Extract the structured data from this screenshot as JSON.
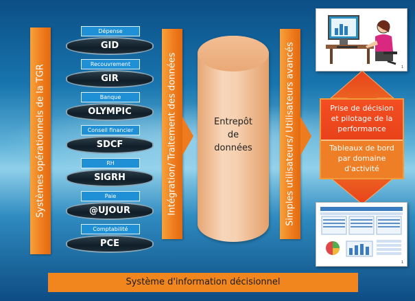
{
  "left_bar": "Systèmes opérationnels de la TGR",
  "middle_bar": "Intégration/ Traitement des données",
  "right_bar": "Simples utilisateurs/ Utilisateurs avancés",
  "systems": [
    {
      "tag": "Dépense",
      "name": "GID"
    },
    {
      "tag": "Recouvrement",
      "name": "GIR"
    },
    {
      "tag": "Banque",
      "name": "OLYMPIC"
    },
    {
      "tag": "Conseil financier",
      "name": "SDCF"
    },
    {
      "tag": "RH",
      "name": "SIGRH"
    },
    {
      "tag": "Paie",
      "name": "@UJOUR"
    },
    {
      "tag": "Comptabilité",
      "name": "PCE"
    }
  ],
  "warehouse": {
    "line1": "Entrepôt",
    "line2": "de",
    "line3": "données"
  },
  "decision_box": {
    "top": [
      "Prise de décision",
      "et pilotage de la",
      "performance"
    ],
    "bottom": [
      "Tableaux  de bord",
      "par domaine",
      "d'activité"
    ]
  },
  "bottom_banner": "Système d'information décisionnel",
  "colors": {
    "orange": "#ef7d1e",
    "red": "#e9421a",
    "blue_tag": "#1f8fd6"
  }
}
